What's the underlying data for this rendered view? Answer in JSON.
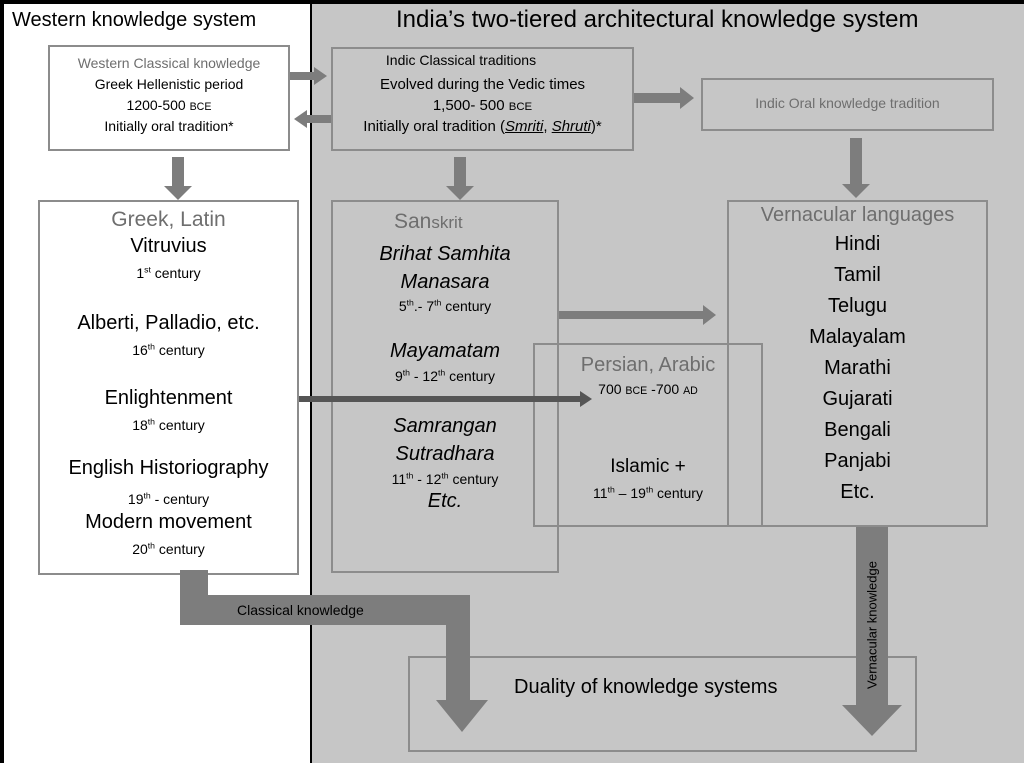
{
  "left_heading": "Western knowledge system",
  "right_heading": "India’s two-tiered architectural knowledge system",
  "western_classical": {
    "title": "Western Classical knowledge",
    "l1": "Greek Hellenistic period",
    "l2_num": "1200-500 ",
    "l2_era": "BCE",
    "l3": "Initially oral tradition*"
  },
  "indic_classical": {
    "title": "Indic Classical traditions",
    "l1": "Evolved during the Vedic times",
    "l2_num": "1,500- 500 ",
    "l2_era": "BCE",
    "l3_pre": "Initially oral tradition (",
    "smriti": "Smriti",
    "sep": ", ",
    "shruti": "Shruti",
    "l3_post": ")*"
  },
  "indic_oral": "Indic Oral knowledge tradition",
  "greek_latin": {
    "title": "Greek, Latin",
    "vitruvius": "Vitruvius",
    "c1_num": "1",
    "c1_sup": "st",
    "c1_word": " century",
    "alberti": "Alberti, Palladio, etc.",
    "c16_num": "16",
    "c16_sup": "th",
    "c16_word": " century",
    "enlightenment": "Enlightenment",
    "c18_num": "18",
    "c18_sup": "th",
    "c18_word": "  century",
    "historiography": "English Historiography",
    "c19_num": "19",
    "c19_sup": "th",
    "c19_word": " - century",
    "modern": "Modern movement",
    "c20_num": "20",
    "c20_sup": "th",
    "c20_word": " century"
  },
  "sanskrit": {
    "title_a": "San",
    "title_b": "skrit",
    "brihat": "Brihat Samhita",
    "manasara": "Manasara",
    "c5": "5",
    "c5_sup": "th",
    "c5_mid": ".- 7",
    "c7_sup": "th",
    "c5_word": " century",
    "mayamatam": "Mayamatam",
    "c9": "9",
    "c9_sup": "th",
    "c9_mid": " - 12",
    "c12_sup": "th",
    "c9_word": " century",
    "samrangan": "Samrangan",
    "sutradhara": "Sutradhara",
    "c11": "11",
    "c11_sup": "th",
    "c11_mid": " - 12",
    "c12b_sup": "th",
    "c11_word": " century",
    "etc": "Etc."
  },
  "persian": {
    "title": "Persian, Arabic",
    "range_a": "700 ",
    "range_b": "BCE",
    "range_c": " -700 ",
    "range_d": "AD",
    "islamic": "Islamic +",
    "c11": "11",
    "c11_sup": "th",
    "c11_mid": " – 19",
    "c19_sup": "th",
    "c11_word": " century"
  },
  "vernacular": {
    "title": "Vernacular languages",
    "languages": [
      "Hindi",
      "Tamil",
      "Telugu",
      "Malayalam",
      "Marathi",
      "Gujarati",
      "Bengali",
      "Panjabi",
      "Etc."
    ]
  },
  "classical_knowledge": "Classical knowledge",
  "vernacular_knowledge": "Vernacular knowledge",
  "duality": "Duality of knowledge systems",
  "colors": {
    "panel_left": "#ffffff",
    "panel_right": "#c6c6c6",
    "border": "#000000",
    "box_border": "#8c8c8c",
    "arrow": "#7d7d7d",
    "arrow_dark": "#555555"
  }
}
